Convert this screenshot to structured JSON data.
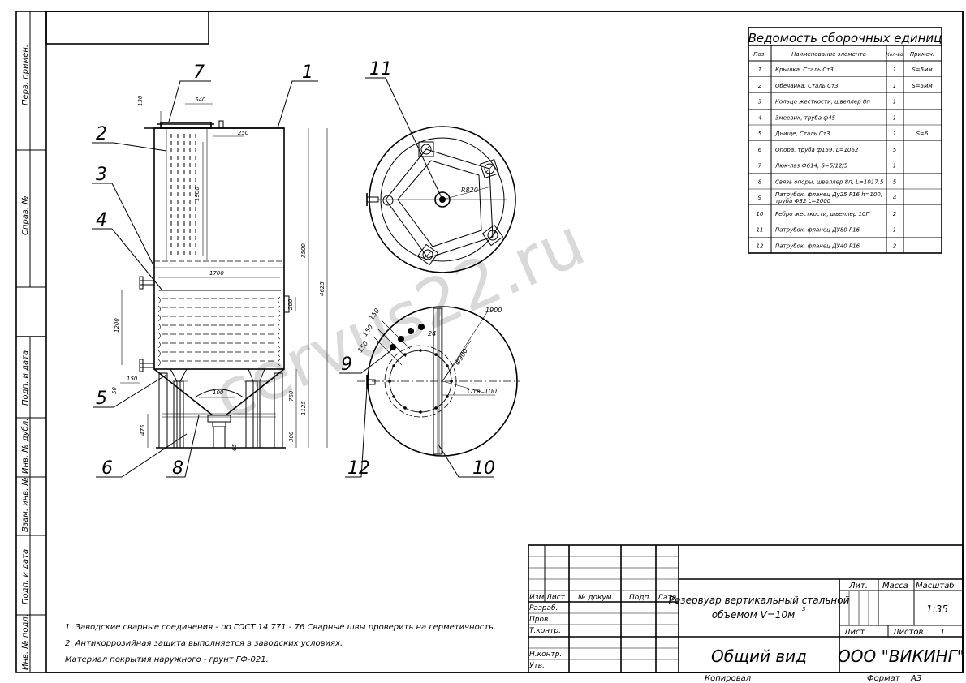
{
  "watermark": "cervus22.ru",
  "side_stamp": {
    "perv_primen": "Перв. примен.",
    "sprav_no": "Справ. №",
    "podp_data_1": "Подп. и дата",
    "inv_dubl": "Инв. № дубл.",
    "vzam_inv": "Взам. инв. №",
    "podp_data_2": "Подп. и дата",
    "inv_podl": "Инв. № подл."
  },
  "spec": {
    "title": "Ведомость сборочных единиц",
    "headers": [
      "Поз.",
      "Наименование элемента",
      "Кол-во",
      "Примеч."
    ],
    "rows": [
      {
        "pos": "1",
        "name": "Крышка, Сталь Ст3",
        "qty": "1",
        "note": "S=5мм"
      },
      {
        "pos": "2",
        "name": "Обечайка, Сталь Ст3",
        "qty": "1",
        "note": "S=5мм"
      },
      {
        "pos": "3",
        "name": "Кольцо жесткости, швеллер 8п",
        "qty": "1",
        "note": ""
      },
      {
        "pos": "4",
        "name": "Змеевик, труба ф45",
        "qty": "1",
        "note": ""
      },
      {
        "pos": "5",
        "name": "Днище, Сталь Ст3",
        "qty": "1",
        "note": "S=6"
      },
      {
        "pos": "6",
        "name": "Опора, труба ф159, L=1062",
        "qty": "5",
        "note": ""
      },
      {
        "pos": "7",
        "name": "Люк-лаз Ф614, S=5/12/5",
        "qty": "1",
        "note": ""
      },
      {
        "pos": "8",
        "name": "Связь опоры, швеллер 8п, L=1017.5",
        "qty": "5",
        "note": ""
      },
      {
        "pos": "9",
        "name": "Патрубок, фланец Ду25 Р16 h=100,",
        "name2": "труба Ф32 L=2000",
        "qty": "4",
        "note": ""
      },
      {
        "pos": "10",
        "name": "Ребро жесткости, швеллер 10П",
        "qty": "2",
        "note": ""
      },
      {
        "pos": "11",
        "name": "Патрубок, фланец ДУ80 Р16",
        "qty": "1",
        "note": ""
      },
      {
        "pos": "12",
        "name": "Патрубок, фланец ДУ40 Р16",
        "qty": "2",
        "note": ""
      }
    ]
  },
  "front_view": {
    "leaders": [
      "1",
      "2",
      "3",
      "4",
      "5",
      "6",
      "7",
      "8"
    ],
    "dims": {
      "d130": "130",
      "d540": "540",
      "d250": "250",
      "d1900": "1900",
      "d1700": "1700",
      "d200": "200",
      "d3500": "3500",
      "d4625": "4625",
      "d1200": "1200",
      "d150": "150",
      "d50": "50",
      "d100": "100",
      "d760": "760",
      "d1125": "1125",
      "d475": "475",
      "d65": "65",
      "d300": "300"
    }
  },
  "top_view": {
    "leader": "11",
    "radius": "R820"
  },
  "bottom_view": {
    "leaders": [
      "9",
      "12",
      "10"
    ],
    "dims": {
      "d1900": "1900",
      "d150a": "150",
      "d150b": "150",
      "d150c": "150",
      "d24": "24",
      "d900": "Ф900",
      "otv": "Отв. 100"
    }
  },
  "notes": [
    "1. Заводские сварные соединения - по ГОСТ 14 771 - 76 Сварные швы проверить на герметичность.",
    "2. Антикоррозийная защита выполняется в заводских условиях.",
    "Материал покрытия наружного - грунт ГФ-021."
  ],
  "title_block": {
    "h_izm": "Изм",
    "h_list": "Лист",
    "h_doc": "№ докум.",
    "h_podp": "Подп.",
    "h_data": "Дата",
    "razrab": "Разраб.",
    "prov": "Пров.",
    "tkontr": "Т.контр.",
    "nkontr": "Н.контр.",
    "utv": "Утв.",
    "name_line1": "Резервуар вертикальный стальной",
    "name_line2": "объемом V=10м",
    "name_sup": "3",
    "lit": "Лит.",
    "massa": "Масса",
    "masshtab": "Масштаб",
    "scale": "1:35",
    "list": "Лист",
    "listov": "Листов",
    "listov_val": "1",
    "doc_title": "Общий вид",
    "company": "ООО \"ВИКИНГ\"",
    "kopiroval": "Копировал",
    "format": "Формат",
    "format_val": "А3"
  }
}
